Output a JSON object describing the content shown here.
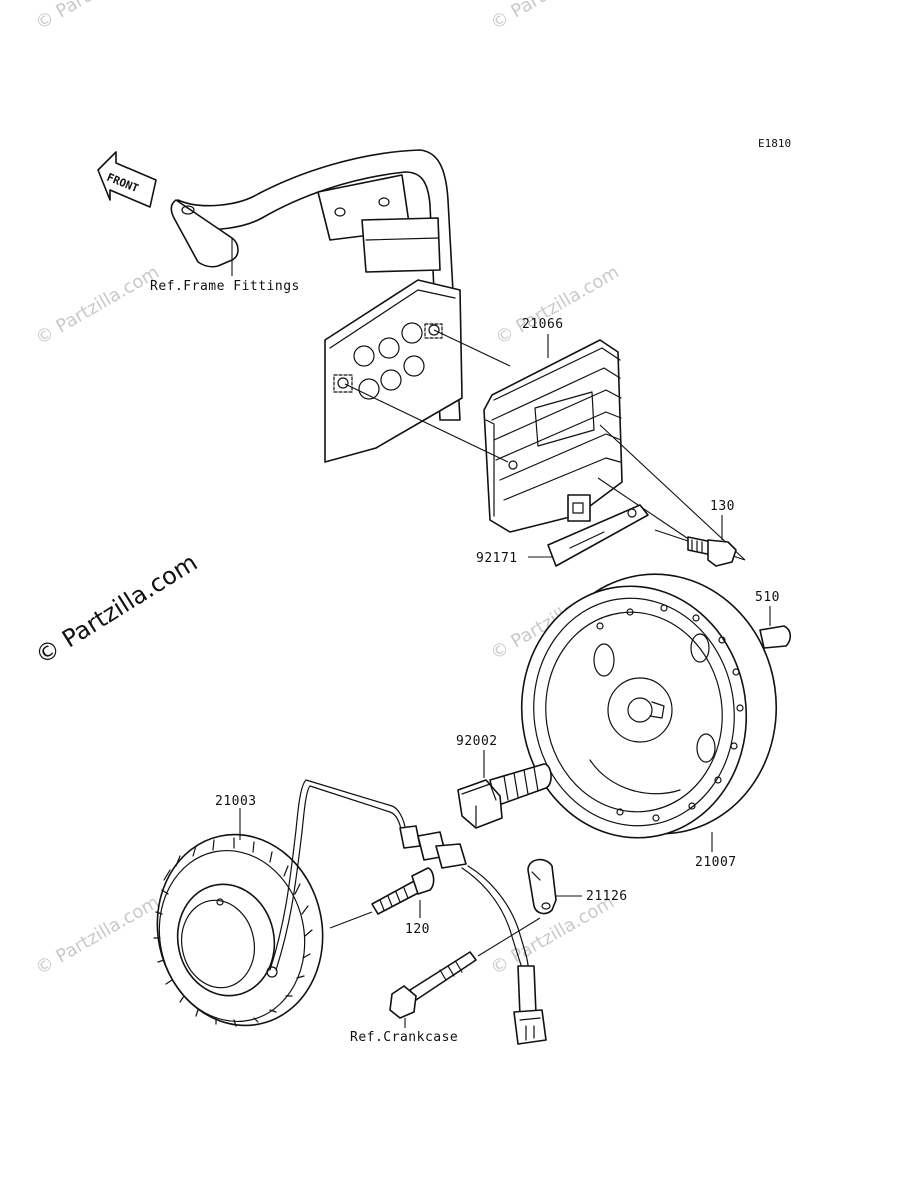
{
  "diagram": {
    "code": "E1810",
    "front_label": "FRONT",
    "watermark_text": "© Partzilla.com",
    "labels": {
      "frame_fittings": "Ref.Frame Fittings",
      "regulator": "21066",
      "bolt_130": "130",
      "plate": "92171",
      "key_510": "510",
      "bolt_92002": "92002",
      "stator": "21003",
      "rotor": "21007",
      "clamp": "21126",
      "bolt_120": "120",
      "crankcase": "Ref.Crankcase"
    }
  },
  "colors": {
    "line": "#111111",
    "watermark": "#c9c9c9",
    "background": "#ffffff"
  }
}
